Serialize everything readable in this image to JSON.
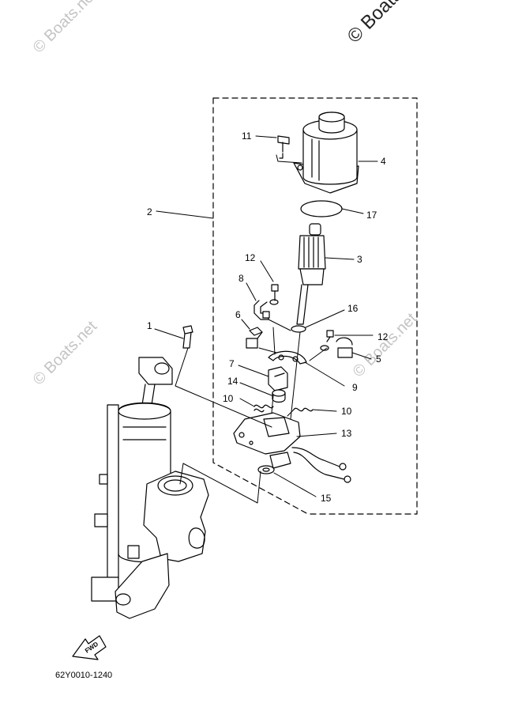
{
  "watermarks": {
    "top_left": "© Boats.net",
    "top_right": "© Boats.net",
    "mid_left": "© Boats.net",
    "mid_right": "© Boats.net"
  },
  "callouts": {
    "c1": "1",
    "c2": "2",
    "c3": "3",
    "c4": "4",
    "c5": "5",
    "c6": "6",
    "c7": "7",
    "c8": "8",
    "c9": "9",
    "c10a": "10",
    "c10b": "10",
    "c11": "11",
    "c12a": "12",
    "c12b": "12",
    "c13": "13",
    "c14": "14",
    "c15": "15",
    "c16": "16",
    "c17": "17"
  },
  "fwd_label": "FWD",
  "part_code": "62Y0010-1240",
  "colors": {
    "line": "#000000",
    "watermark": "#c4c4c4",
    "background": "#ffffff"
  }
}
